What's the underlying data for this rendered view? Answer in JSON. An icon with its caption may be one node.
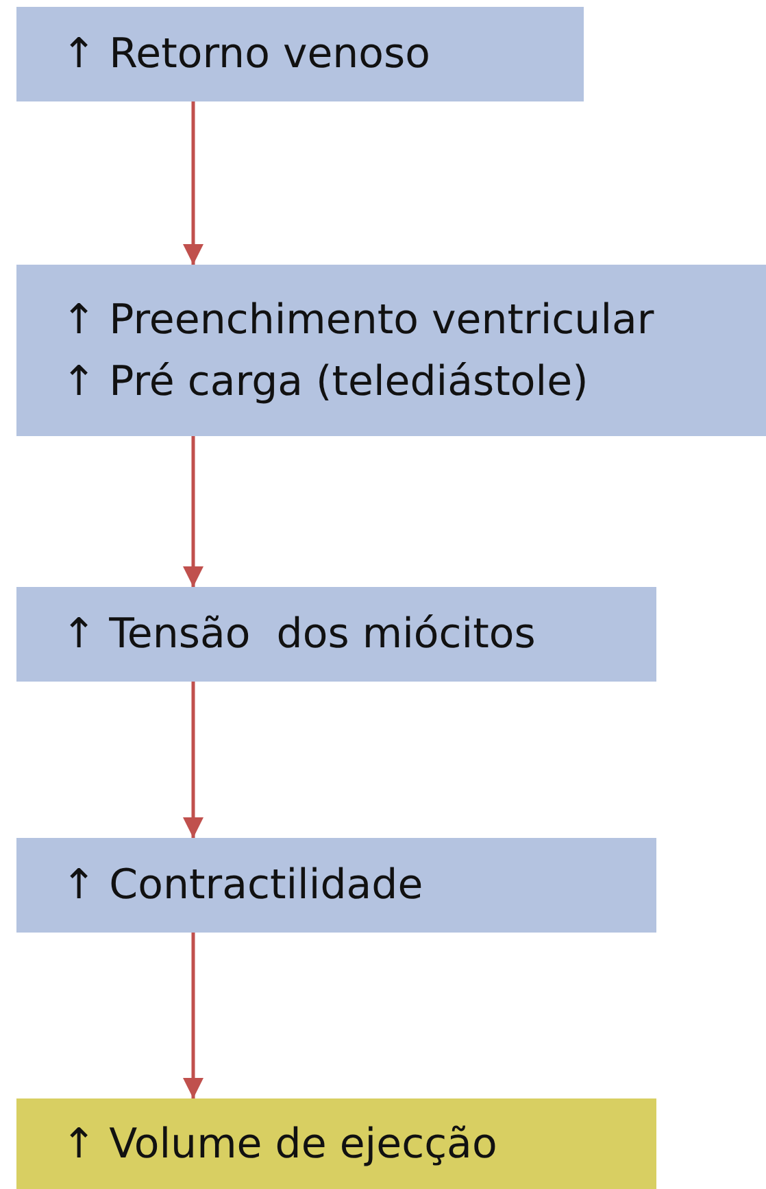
{
  "diagram": {
    "nodes": [
      {
        "text": [
          "↑ Retorno venoso"
        ]
      },
      {
        "text": [
          "↑ Preenchimento ventricular",
          "↑ Pré carga (telediástole)"
        ]
      },
      {
        "text": [
          "↑ Tensão  dos miócitos"
        ]
      },
      {
        "text": [
          "↑ Contractilidade"
        ]
      },
      {
        "text": [
          "↑ Volume de ejecção"
        ]
      }
    ],
    "edges": [
      {
        "from": 0,
        "to": 1,
        "arrow": "to"
      },
      {
        "from": 1,
        "to": 2,
        "arrow": "to"
      },
      {
        "from": 2,
        "to": 3,
        "arrow": "to"
      },
      {
        "from": 3,
        "to": 4,
        "arrow": "to"
      }
    ]
  }
}
